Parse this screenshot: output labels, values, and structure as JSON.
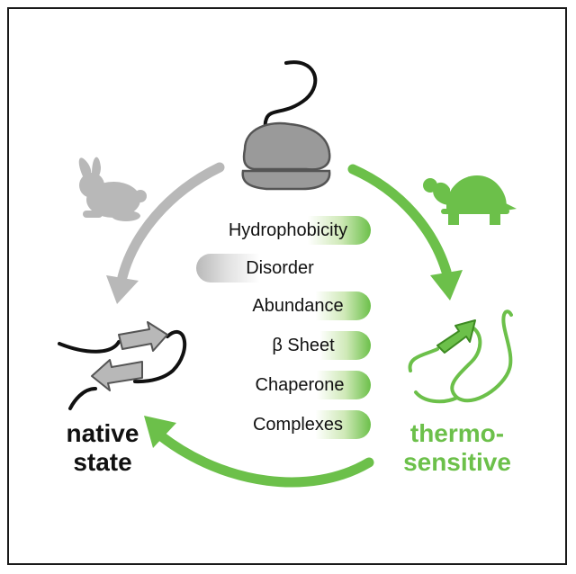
{
  "features": [
    {
      "label": "Hydrophobicity",
      "trend": "green"
    },
    {
      "label": "Disorder",
      "trend": "grey"
    },
    {
      "label": "Abundance",
      "trend": "green"
    },
    {
      "label": "β Sheet",
      "trend": "green"
    },
    {
      "label": "Chaperone",
      "trend": "green"
    },
    {
      "label": "Complexes",
      "trend": "green"
    }
  ],
  "labels": {
    "native_line1": "native",
    "native_line2": "state",
    "thermo_line1": "thermo-",
    "thermo_line2": "sensitive"
  },
  "icons": {
    "top": "ribosome-icon",
    "left_animal": "rabbit-icon",
    "right_animal": "turtle-icon",
    "native_protein": "folded-protein-icon",
    "thermo_protein": "unfolded-protein-icon"
  },
  "colors": {
    "green": "#6cc04a",
    "grey": "#b8b8b8",
    "dark": "#111111"
  }
}
